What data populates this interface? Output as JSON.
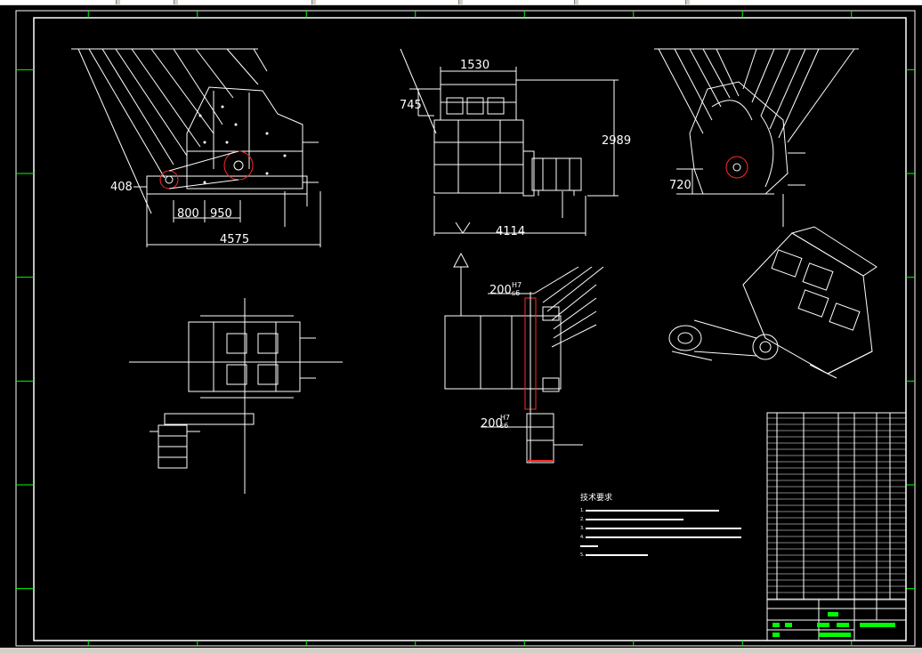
{
  "dimensions": {
    "side_height": "408",
    "side_w1": "800",
    "side_w2": "950",
    "side_total": "4575",
    "front_width_top": "1530",
    "front_left_offset": "745",
    "front_height": "2989",
    "front_total": "4114",
    "right_height": "720",
    "section_top": "200",
    "section_bottom": "200",
    "fit_h": "H7",
    "fit_s": "s6"
  },
  "tech_requirements": {
    "title": "技术要求",
    "lines": [
      "1.",
      "2.",
      "3.",
      "4.",
      "",
      "5."
    ]
  },
  "colors": {
    "line": "#ffffff",
    "border": "#ffffff",
    "tick": "#00ff00",
    "accent": "#ff2a2a",
    "background": "#000000"
  }
}
